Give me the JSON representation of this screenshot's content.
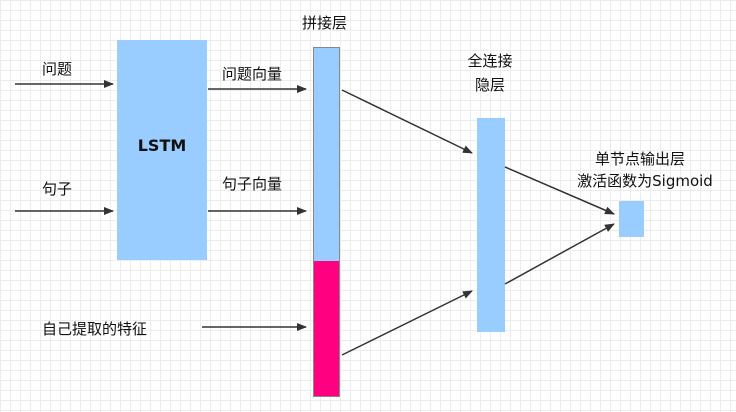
{
  "labels": {
    "question": "问题",
    "sentence": "句子",
    "lstm": "LSTM",
    "question_vector": "问题向量",
    "sentence_vector": "句子向量",
    "concat_layer": "拼接层",
    "fc_line1": "全连接",
    "fc_line2": "隐层",
    "output_line1": "单节点输出层",
    "output_line2": "激活函数为Sigmoid",
    "features": "自己提取的特征"
  },
  "colors": {
    "block_blue": "#99ccff",
    "feature_pink": "#ff0080",
    "arrow": "#333333",
    "border": "#555555"
  }
}
